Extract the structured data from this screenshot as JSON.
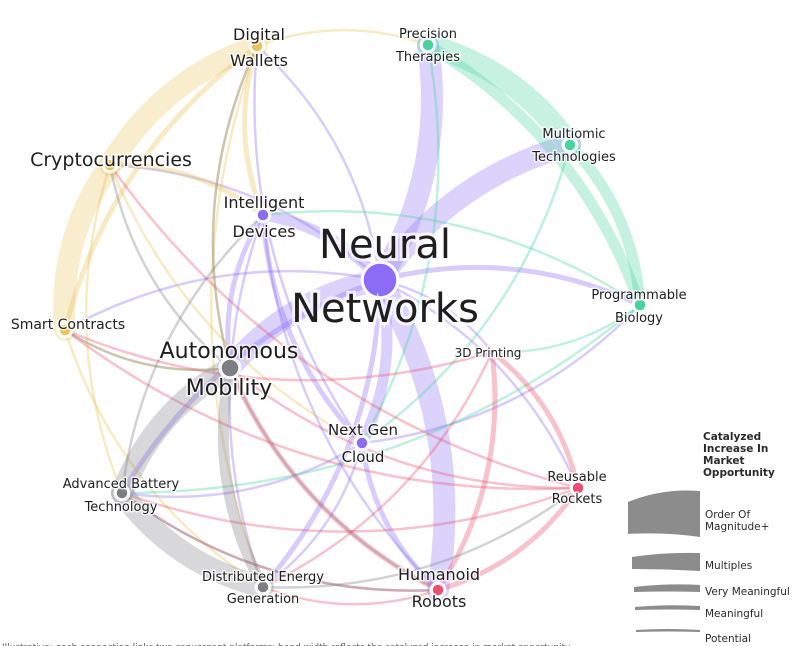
{
  "colors": {
    "purple": "#8c6cf5",
    "yellow": "#e9c35a",
    "green": "#47d3a0",
    "red": "#e8516e",
    "gray": "#7d7d84"
  },
  "nodes": [
    {
      "id": "neural",
      "label": [
        "Neural",
        "Networks"
      ],
      "color": "purple",
      "size": "xl"
    },
    {
      "id": "digital",
      "label": [
        "Digital",
        "Wallets"
      ],
      "color": "yellow",
      "size": "s"
    },
    {
      "id": "precision",
      "label": [
        "Precision",
        "Therapies"
      ],
      "color": "green",
      "size": "s"
    },
    {
      "id": "crypto",
      "label": [
        "Cryptocurrencies"
      ],
      "color": "yellow",
      "size": "m"
    },
    {
      "id": "multiomic",
      "label": [
        "Multiomic",
        "Technologies"
      ],
      "color": "green",
      "size": "s"
    },
    {
      "id": "intelligent",
      "label": [
        "Intelligent",
        "Devices"
      ],
      "color": "purple",
      "size": "s"
    },
    {
      "id": "programmable",
      "label": [
        "Programmable",
        "Biology"
      ],
      "color": "green",
      "size": "s"
    },
    {
      "id": "smart",
      "label": [
        "Smart Contracts"
      ],
      "color": "yellow",
      "size": "s"
    },
    {
      "id": "printing",
      "label": [
        "3D Printing"
      ],
      "color": "red",
      "size": "xs"
    },
    {
      "id": "autonomous",
      "label": [
        "Autonomous",
        "Mobility"
      ],
      "color": "gray",
      "size": "l"
    },
    {
      "id": "nextgen",
      "label": [
        "Next Gen",
        "Cloud"
      ],
      "color": "purple",
      "size": "s"
    },
    {
      "id": "battery",
      "label": [
        "Advanced Battery",
        "Technology"
      ],
      "color": "gray",
      "size": "s"
    },
    {
      "id": "rockets",
      "label": [
        "Reusable",
        "Rockets"
      ],
      "color": "red",
      "size": "s"
    },
    {
      "id": "energy",
      "label": [
        "Distributed Energy",
        "Generation"
      ],
      "color": "gray",
      "size": "s"
    },
    {
      "id": "humanoid",
      "label": [
        "Humanoid",
        "Robots"
      ],
      "color": "red",
      "size": "s"
    }
  ],
  "links": [
    [
      "neural",
      "precision",
      "purple",
      4
    ],
    [
      "neural",
      "multiomic",
      "purple",
      4
    ],
    [
      "neural",
      "humanoid",
      "purple",
      4
    ],
    [
      "neural",
      "autonomous",
      "purple",
      4
    ],
    [
      "neural",
      "nextgen",
      "purple",
      3
    ],
    [
      "neural",
      "intelligent",
      "purple",
      3
    ],
    [
      "neural",
      "programmable",
      "purple",
      2
    ],
    [
      "neural",
      "energy",
      "purple",
      2
    ],
    [
      "neural",
      "battery",
      "purple",
      2
    ],
    [
      "neural",
      "smart",
      "purple",
      1
    ],
    [
      "neural",
      "crypto",
      "purple",
      1
    ],
    [
      "neural",
      "digital",
      "purple",
      1
    ],
    [
      "neural",
      "rockets",
      "purple",
      1
    ],
    [
      "neural",
      "printing",
      "purple",
      1
    ],
    [
      "intelligent",
      "autonomous",
      "purple",
      2
    ],
    [
      "intelligent",
      "energy",
      "purple",
      1
    ],
    [
      "intelligent",
      "humanoid",
      "purple",
      1
    ],
    [
      "nextgen",
      "humanoid",
      "purple",
      2
    ],
    [
      "nextgen",
      "intelligent",
      "purple",
      2
    ],
    [
      "nextgen",
      "digital",
      "purple",
      1
    ],
    [
      "nextgen",
      "energy",
      "purple",
      1
    ],
    [
      "nextgen",
      "battery",
      "purple",
      1
    ],
    [
      "nextgen",
      "programmable",
      "purple",
      1
    ],
    [
      "crypto",
      "digital",
      "yellow",
      4
    ],
    [
      "crypto",
      "smart",
      "yellow",
      4
    ],
    [
      "digital",
      "smart",
      "yellow",
      2
    ],
    [
      "crypto",
      "intelligent",
      "yellow",
      2
    ],
    [
      "digital",
      "intelligent",
      "yellow",
      2
    ],
    [
      "digital",
      "precision",
      "yellow",
      1
    ],
    [
      "digital",
      "autonomous",
      "yellow",
      1
    ],
    [
      "digital",
      "energy",
      "yellow",
      1
    ],
    [
      "crypto",
      "nextgen",
      "yellow",
      1
    ],
    [
      "crypto",
      "battery",
      "yellow",
      1
    ],
    [
      "smart",
      "energy",
      "yellow",
      1
    ],
    [
      "smart",
      "autonomous",
      "yellow",
      1
    ],
    [
      "precision",
      "multiomic",
      "green",
      4
    ],
    [
      "precision",
      "programmable",
      "green",
      3
    ],
    [
      "multiomic",
      "programmable",
      "green",
      3
    ],
    [
      "precision",
      "nextgen",
      "green",
      1
    ],
    [
      "multiomic",
      "nextgen",
      "green",
      1
    ],
    [
      "programmable",
      "intelligent",
      "green",
      1
    ],
    [
      "programmable",
      "printing",
      "green",
      1
    ],
    [
      "programmable",
      "battery",
      "green",
      1
    ],
    [
      "printing",
      "rockets",
      "red",
      2
    ],
    [
      "printing",
      "humanoid",
      "red",
      2
    ],
    [
      "printing",
      "energy",
      "red",
      1
    ],
    [
      "printing",
      "smart",
      "red",
      1
    ],
    [
      "humanoid",
      "rockets",
      "red",
      2
    ],
    [
      "humanoid",
      "autonomous",
      "red",
      2
    ],
    [
      "humanoid",
      "energy",
      "red",
      1
    ],
    [
      "humanoid",
      "battery",
      "red",
      1
    ],
    [
      "rockets",
      "autonomous",
      "red",
      1
    ],
    [
      "rockets",
      "battery",
      "red",
      1
    ],
    [
      "rockets",
      "smart",
      "red",
      1
    ],
    [
      "rockets",
      "crypto",
      "red",
      1
    ],
    [
      "autonomous",
      "battery",
      "gray",
      4
    ],
    [
      "autonomous",
      "energy",
      "gray",
      3
    ],
    [
      "battery",
      "energy",
      "gray",
      4
    ],
    [
      "autonomous",
      "smart",
      "gray",
      1
    ],
    [
      "autonomous",
      "crypto",
      "gray",
      1
    ],
    [
      "autonomous",
      "digital",
      "gray",
      1
    ],
    [
      "battery",
      "intelligent",
      "gray",
      1
    ],
    [
      "energy",
      "rockets",
      "gray",
      1
    ],
    [
      "autonomous",
      "humanoid",
      "gray",
      1
    ],
    [
      "battery",
      "humanoid",
      "gray",
      1
    ]
  ],
  "legend": {
    "title": [
      "Catalyzed",
      "Increase In",
      "Market",
      "Opportunity"
    ],
    "items": [
      "Order Of Magnitude+",
      "Multiples",
      "Very Meaningful",
      "Meaningful",
      "Potential"
    ]
  },
  "footnote": "Illustrative: each connection links two convergent platforms; band width reflects the catalyzed increase in market opportunity"
}
